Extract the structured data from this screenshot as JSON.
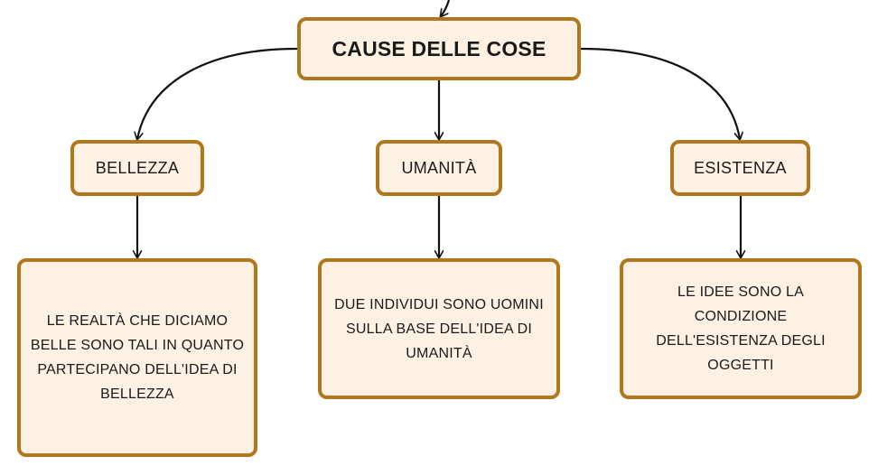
{
  "diagram": {
    "root": {
      "label": "CAUSE DELLE COSE"
    },
    "branches": [
      {
        "label": "BELLEZZA",
        "description": "LE REALTÀ CHE DICIAMO BELLE SONO TALI IN QUANTO PARTECIPANO DELL'IDEA DI BELLEZZA"
      },
      {
        "label": "UMANITÀ",
        "description": "DUE INDIVIDUI SONO UOMINI SULLA BASE DELL'IDEA DI UMANITÀ"
      },
      {
        "label": "ESISTENZA",
        "description": "LE IDEE SONO LA CONDIZIONE DELL'ESISTENZA DEGLI OGGETTI"
      }
    ],
    "colors": {
      "node_border": "#b0771e",
      "node_fill": "#fdf1e3",
      "connector": "#111111",
      "text": "#1a1a1a"
    }
  }
}
